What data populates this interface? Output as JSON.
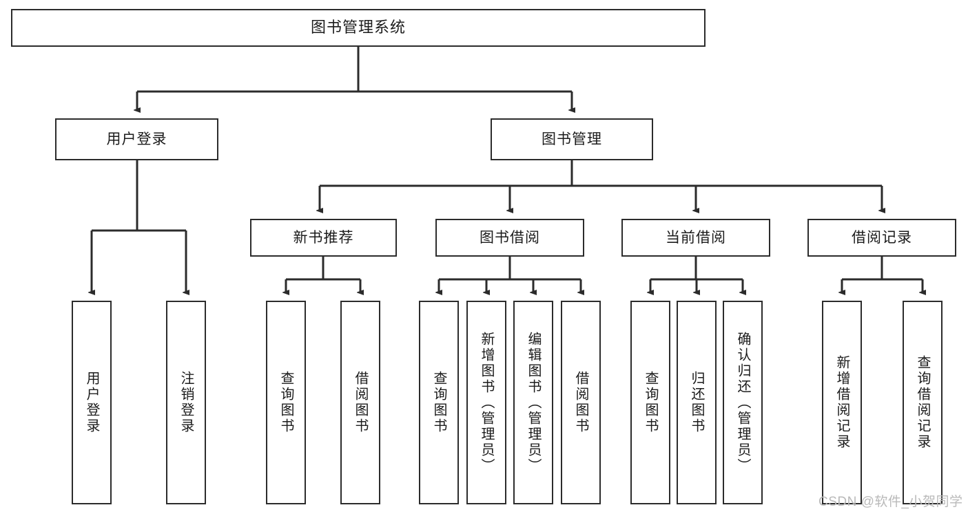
{
  "diagram": {
    "type": "tree-hierarchy",
    "title": "图书管理系统",
    "watermark": "CSDN @软件_小贺同学",
    "colors": {
      "stroke": "#2b2b2b",
      "fill": "#ffffff",
      "text": "#1b1b1b",
      "watermark": "#b9b9b9"
    },
    "nodes": {
      "root": "图书管理系统",
      "level2": [
        "用户登录",
        "图书管理"
      ],
      "level3": [
        "新书推荐",
        "图书借阅",
        "当前借阅",
        "借阅记录"
      ],
      "leaves": {
        "user_login": [
          "用户登录",
          "注销登录"
        ],
        "new_book_recommend": [
          "查询图书",
          "借阅图书"
        ],
        "book_borrow": [
          "查询图书",
          "新增图书（管理员）",
          "编辑图书（管理员）",
          "借阅图书"
        ],
        "current_borrow": [
          "查询图书",
          "归还图书",
          "确认归还（管理员）"
        ],
        "borrow_record": [
          "新增借阅记录",
          "查询借阅记录"
        ]
      }
    }
  }
}
